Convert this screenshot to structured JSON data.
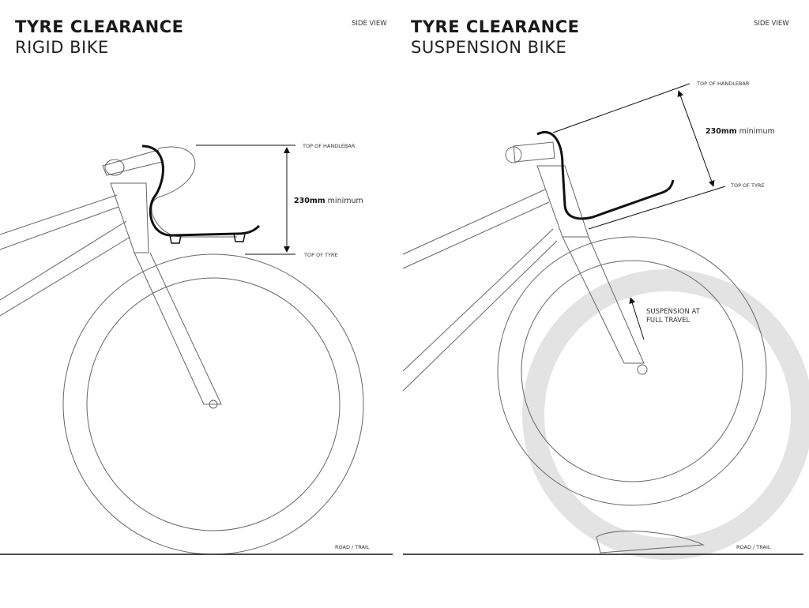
{
  "left_panel": {
    "title": "TYRE CLEARANCE",
    "subtitle": "RIGID BIKE",
    "view_label": "SIDE VIEW",
    "top_label": "TOP OF HANDLEBAR",
    "bottom_label": "TOP OF TYRE",
    "dimension_value": "230mm",
    "dimension_note": "minimum",
    "ground_label": "ROAD / TRAIL"
  },
  "right_panel": {
    "title": "TYRE CLEARANCE",
    "subtitle": "SUSPENSION BIKE",
    "view_label": "SIDE VIEW",
    "top_label": "TOP OF HANDLEBAR",
    "bottom_label": "TOP OF TYRE",
    "dimension_value": "230mm",
    "dimension_note": "minimum",
    "suspension_line1": "SUSPENSION AT",
    "suspension_line2": "FULL TRAVEL",
    "ground_label": "ROAD / TRAIL"
  },
  "colors": {
    "line": "#555555",
    "ink": "#111111",
    "ghost": "#e3e3e3"
  }
}
